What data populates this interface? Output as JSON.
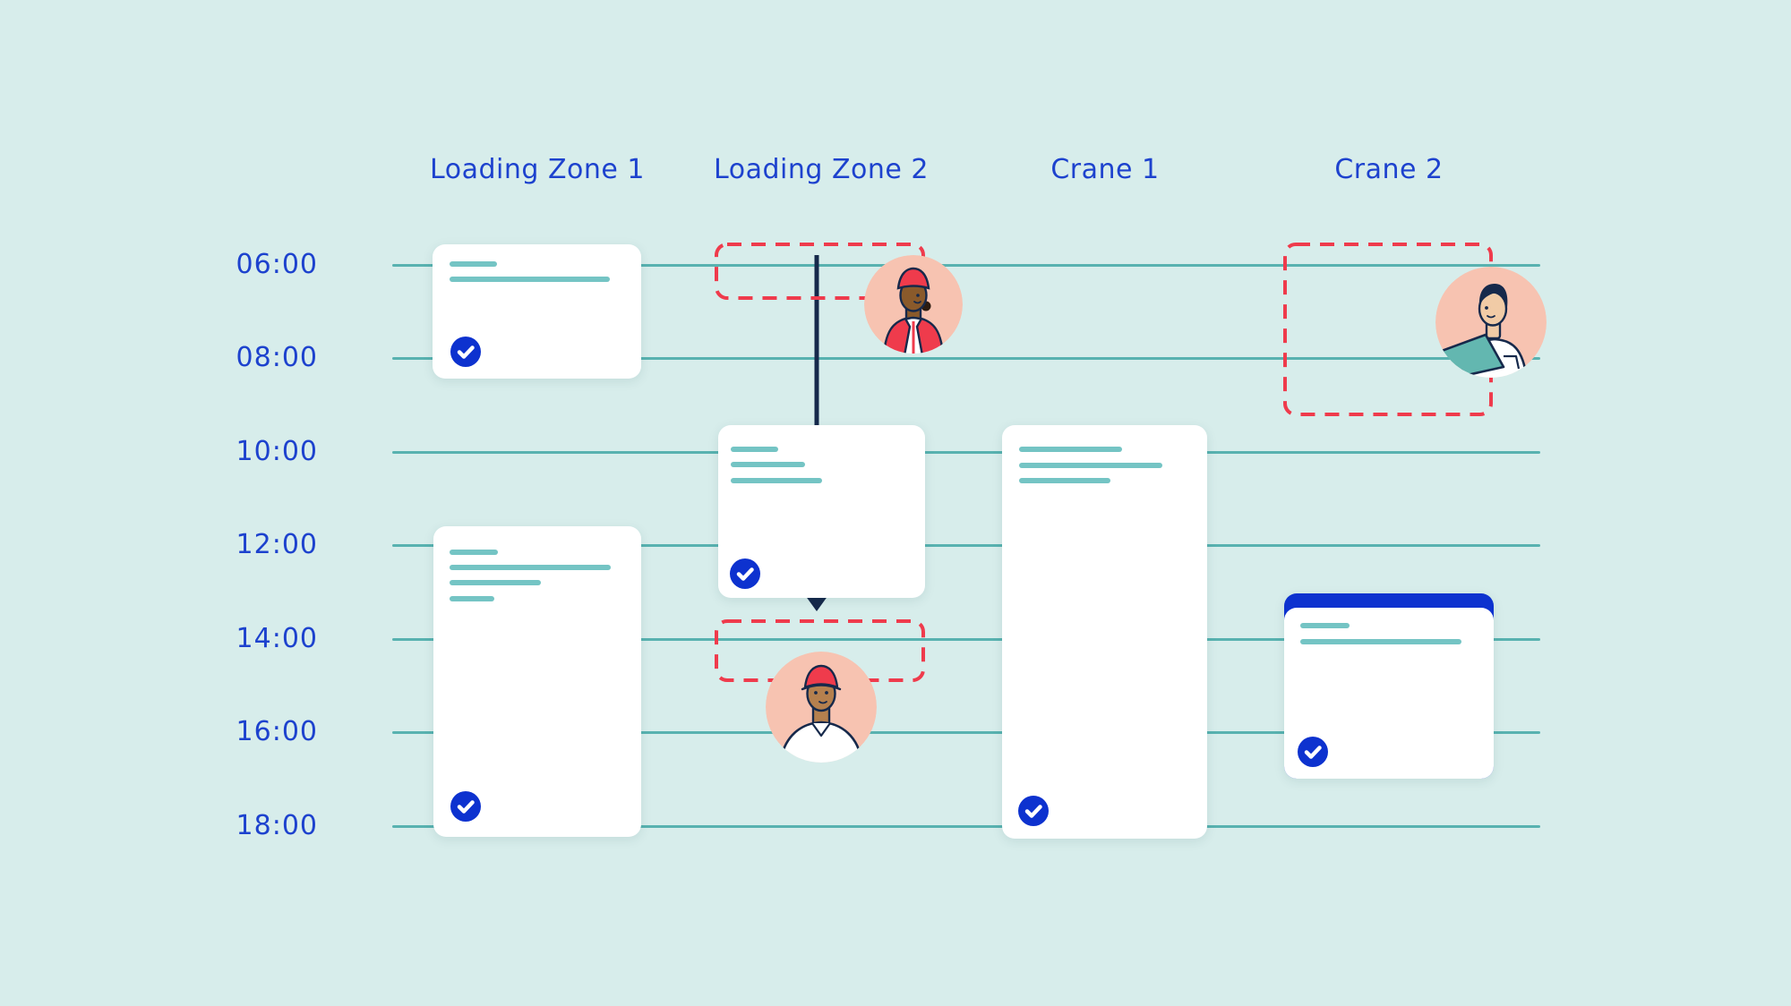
{
  "board": {
    "columns": [
      {
        "label": "Loading Zone 1"
      },
      {
        "label": "Loading Zone 2"
      },
      {
        "label": "Crane 1"
      },
      {
        "label": "Crane 2"
      }
    ],
    "timeline": {
      "times": [
        "06:00",
        "08:00",
        "10:00",
        "12:00",
        "14:00",
        "16:00",
        "18:00"
      ]
    },
    "cards": [
      {
        "column": "Loading Zone 1",
        "placeholder_lines": 2,
        "status_icon": "check-icon",
        "completed": true
      },
      {
        "column": "Loading Zone 1",
        "placeholder_lines": 4,
        "status_icon": "check-icon",
        "completed": true
      },
      {
        "column": "Loading Zone 2",
        "placeholder_lines": 3,
        "status_icon": "check-icon",
        "completed": true
      },
      {
        "column": "Crane 1",
        "placeholder_lines": 3,
        "status_icon": "check-icon",
        "completed": true
      },
      {
        "column": "Crane 2",
        "placeholder_lines": 2,
        "status_icon": "check-icon",
        "completed": true,
        "has_blue_header_bar": true
      }
    ],
    "proposed_slots": [
      {
        "column": "Loading Zone 2",
        "style": "red-dashed",
        "avatar": "worker-hardhat-vest-avatar"
      },
      {
        "column": "Loading Zone 2",
        "style": "red-dashed",
        "avatar": "worker-hardhat-shirt-avatar"
      },
      {
        "column": "Crane 2",
        "style": "red-dashed",
        "avatar": "person-laptop-avatar"
      }
    ],
    "arrow": {
      "direction": "down",
      "column": "Loading Zone 2"
    }
  },
  "palette": {
    "background": "#d7edeb",
    "grid_line": "#58b2b0",
    "skeleton_line": "#74c4c4",
    "label_blue": "#1d42ce",
    "accent_blue": "#0d32cf",
    "alert_red": "#ef3b4c",
    "arrow_navy": "#16294b",
    "card_white": "#ffffff",
    "avatar_salmon": "#f7c3b1"
  }
}
